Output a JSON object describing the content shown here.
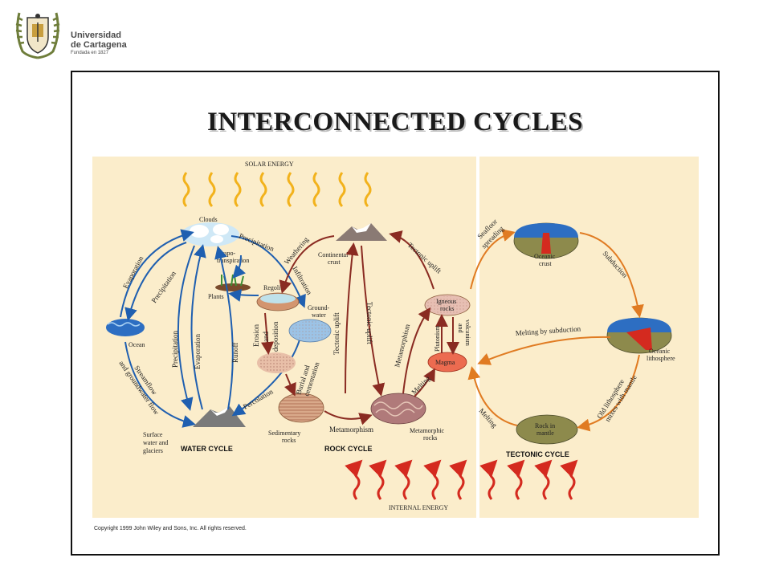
{
  "header": {
    "university_line1": "Universidad",
    "university_line2": "de Cartagena",
    "founded": "Fundada en 1827"
  },
  "slide": {
    "title": "INTERCONNECTED CYCLES",
    "copyright": "Copyright 1999 John Wiley and Sons, Inc. All rights reserved."
  },
  "energy": {
    "solar": "SOLAR ENERGY",
    "internal": "INTERNAL ENERGY"
  },
  "cycles": {
    "water": "WATER CYCLE",
    "rock": "ROCK CYCLE",
    "tectonic": "TECTONIC CYCLE"
  },
  "water_cycle": {
    "clouds": "Clouds",
    "ocean": "Ocean",
    "plants": "Plants",
    "evapo1": "Evapo-",
    "evapo2": "transpiration",
    "evaporation_left": "Evaporation",
    "precipitation_left": "Precipitation",
    "precipitation_top": "Precipitation",
    "precipitation_mid": "Precipitation",
    "evaporation_mid": "Evaporation",
    "runoff": "Runoff",
    "streamflow": "Streamflow",
    "groundwater_flow": "and groundwater flow",
    "percolation": "Percolation",
    "surface1": "Surface",
    "surface2": "water and",
    "surface3": "glaciers"
  },
  "rock_cycle": {
    "regolith": "Regolith",
    "weathering": "Weathering",
    "infiltration": "Infiltration",
    "ground1": "Ground-",
    "ground2": "water",
    "erosion": "Erosion",
    "and_word": "and",
    "deposition": "deposition",
    "burial1": "Burial and",
    "burial2": "cementation",
    "continental1": "Continental",
    "continental2": "crust",
    "tectonic_uplift_top": "Tectonic uplift",
    "tectonic_uplift_a": "Tectonic uplift",
    "tectonic_uplift_b": "Tectonic uplift",
    "igneous1": "Igneous",
    "igneous2": "rocks",
    "magma": "Magma",
    "metamorphism_left": "Metamorphism",
    "melting": "Melting",
    "plutonism": "Plutonism",
    "and_v": "and",
    "volcanism": "volcanism",
    "sed1": "Sedimentary",
    "sed2": "rocks",
    "metamorphism_bottom": "Metamorphism",
    "meta1": "Metamorphic",
    "meta2": "rocks"
  },
  "tectonic_cycle": {
    "seafloor1": "Seafloor",
    "seafloor2": "spreading",
    "oceanic_crust1": "Oceanic",
    "oceanic_crust2": "crust",
    "subduction": "Subduction",
    "melting_by_subduction": "Melting by subduction",
    "oceanic_litho1": "Oceanic",
    "oceanic_litho2": "lithosphere",
    "old_litho1": "Old lithosphere",
    "old_litho2": "mixes with mantle",
    "rock_mantle1": "Rock in",
    "rock_mantle2": "mantle",
    "melting": "Melting"
  },
  "colors": {
    "panel_bg": "#fbedcb",
    "water_arrow": "#1f5fb0",
    "rock_arrow": "#8a2b22",
    "tectonic_arrow": "#e07b22",
    "solar_wave": "#f2b21c",
    "internal_wave": "#d42a1f"
  }
}
